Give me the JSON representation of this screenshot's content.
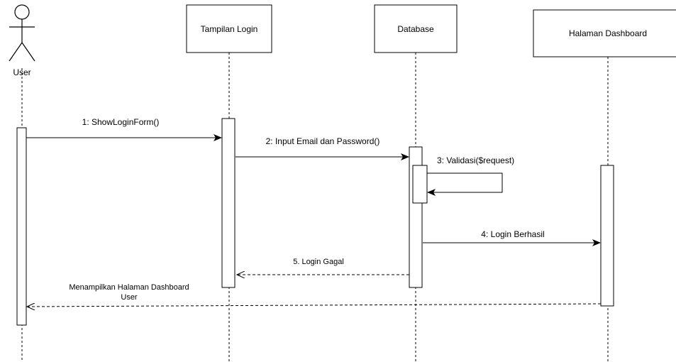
{
  "actors": {
    "user": "User"
  },
  "participants": {
    "tampilan_login": "Tampilan Login",
    "database": "Database",
    "halaman_dashboard": "Halaman Dashboard"
  },
  "messages": {
    "m1": "1: ShowLoginForm()",
    "m2": "2: Input Email dan Password()",
    "m3": "3: Validasi($request)",
    "m4": "4: Login Berhasil",
    "m5": "5. Login Gagal",
    "m6_line1": "Menampilkan Halaman Dashboard",
    "m6_line2": "User"
  }
}
